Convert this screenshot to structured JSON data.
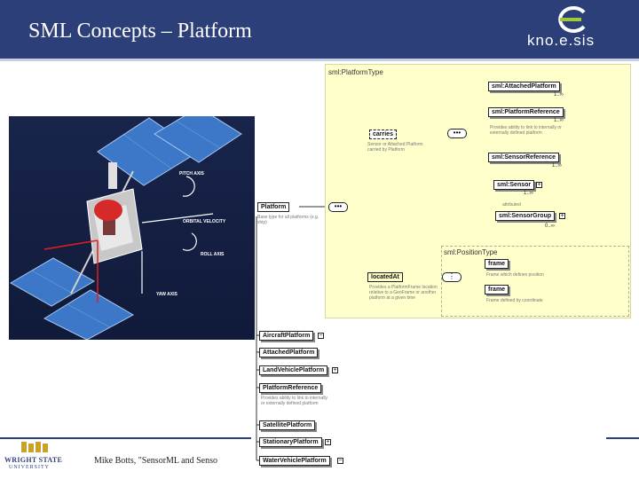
{
  "header": {
    "title": "SML Concepts – Platform",
    "logo_text": "kno.e.sis"
  },
  "photo_labels": {
    "pitch": "PITCH AXIS",
    "orbital": "ORBITAL VELOCITY",
    "roll": "ROLL AXIS",
    "yaw": "YAW AXIS"
  },
  "schema": {
    "platform_type_title": "sml:PlatformType",
    "position_type_title": "sml:PositionType",
    "top_group": {
      "attached_platform": "sml:AttachedPlatform",
      "platform_reference": "sml:PlatformReference",
      "mult_top": "1..∞",
      "platform_ref_note": "Provides ability to link to internally or externally defined platform",
      "mult_ref": "1..∞",
      "carries": "carries",
      "carries_note": "Sensor or Attached Platform carried by Platform",
      "sensor_reference": "sml:SensorReference",
      "mult_sensor_ref": "1..∞"
    },
    "sensor_group": {
      "sensor": "sml:Sensor",
      "mult_sensor": "1..∞",
      "attributed": "attributed",
      "sensor_group": "sml:SensorGroup",
      "mult_group": "0..∞"
    },
    "platform": "Platform",
    "platform_note": "Base type for all platforms (e.g. ship)",
    "located_at": "locatedAt",
    "located_at_note": "Provides a PlatformFrame location relative to a GeoFrame or another platform at a given time",
    "position_group": {
      "frame1": "frame",
      "frame1_note": "Frame which defines position",
      "frame2": "frame",
      "frame2_note": "Frame defined by coordinate"
    },
    "bottom_list": {
      "aircraft_platform": "AircraftPlatform",
      "attached_platform": "AttachedPlatform",
      "land_vehicle_platform": "LandVehiclePlatform",
      "platform_reference": "PlatformReference",
      "platform_reference_note": "Provides ability to link to internally or externally defined platform",
      "satellite_platform": "SatellitePlatform",
      "stationary_platform": "StationaryPlatform",
      "water_vehicle_platform": "WaterVehiclePlatform"
    }
  },
  "footer": {
    "logo_name": "WRIGHT STATE",
    "logo_sub": "UNIVERSITY",
    "citation": "Mike Botts, \"SensorML and Senso"
  },
  "colors": {
    "header_bg": "#2c3f79",
    "schema_bg": "#ffffcc",
    "logo_accent": "#9fc83a"
  }
}
